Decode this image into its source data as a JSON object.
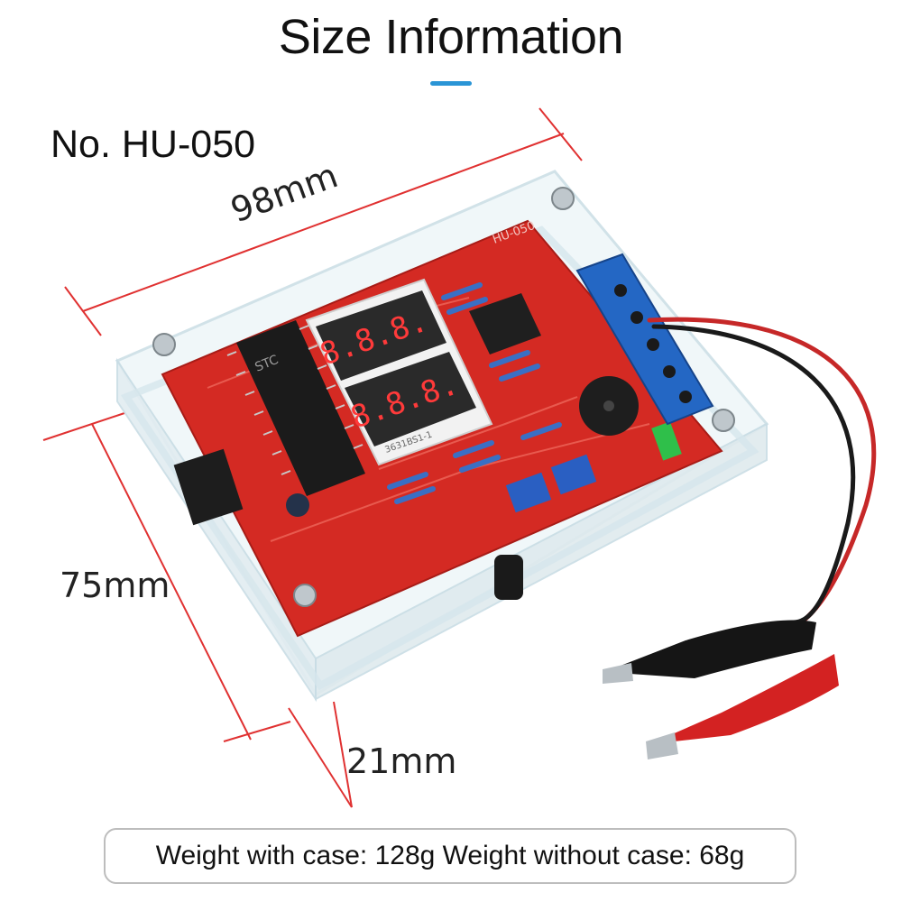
{
  "header": {
    "title": "Size Information",
    "accent_color": "#2a95d6"
  },
  "product": {
    "model": "No. HU-050",
    "board_label": "HU-050",
    "display_digits": [
      "8.8.8.",
      "8.8.8."
    ],
    "display_part": "3631BS1-1",
    "chip_label": "STC",
    "pcb_color": "#d42a23",
    "case_color": "#e6f2f6",
    "terminal_color": "#2467c4"
  },
  "dimensions": {
    "length": "98mm",
    "height": "75mm",
    "depth": "21mm",
    "line_color": "#e03131"
  },
  "weight": {
    "text": "Weight with case: 128g Weight without case: 68g"
  }
}
